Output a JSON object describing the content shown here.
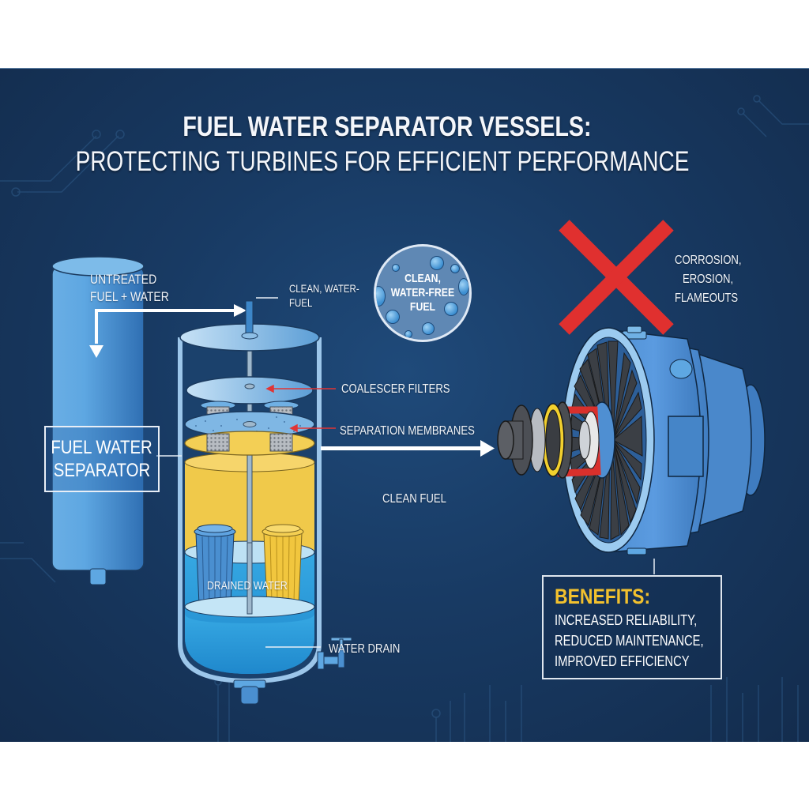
{
  "title": {
    "line1": "FUEL WATER SEPARATOR VESSELS:",
    "line2": "PROTECTING TURBINES FOR EFFICIENT PERFORMANCE"
  },
  "labels": {
    "untreated_line1": "UNTREATED",
    "untreated_line2": "FUEL + WATER",
    "clean_outlet_line1": "CLEAN, WATER-",
    "clean_outlet_line2": "FUEL",
    "bubble_line1": "CLEAN,",
    "bubble_line2": "WATER-FREE",
    "bubble_line3": "FUEL",
    "coalescer": "COALESCER FILTERS",
    "membranes": "SEPARATION MEMBRANES",
    "clean_fuel": "CLEAN FUEL",
    "drained_water": "DRAINED WATER",
    "water_drain": "WATER DRAIN",
    "fws_line1": "FUEL WATER",
    "fws_line2": "SEPARATOR"
  },
  "hazards": {
    "symbol": "red-x-icon",
    "line1": "CORROSION,",
    "line2": "EROSION,",
    "line3": "FLAMEOUTS"
  },
  "benefits": {
    "heading": "BENEFITS:",
    "items": [
      "INCREASED RELIABILITY,",
      "REDUCED MAINTENANCE,",
      "IMPROVED EFFICIENCY"
    ]
  },
  "colors": {
    "background": "#183a63",
    "vessel_blue": "#4a90d0",
    "fuel_yellow": "#f2c94c",
    "water_blue": "#2fa0dc",
    "hazard_red": "#e53030",
    "benefit_heading": "#f2c12e",
    "text": "#f1f4f8"
  }
}
